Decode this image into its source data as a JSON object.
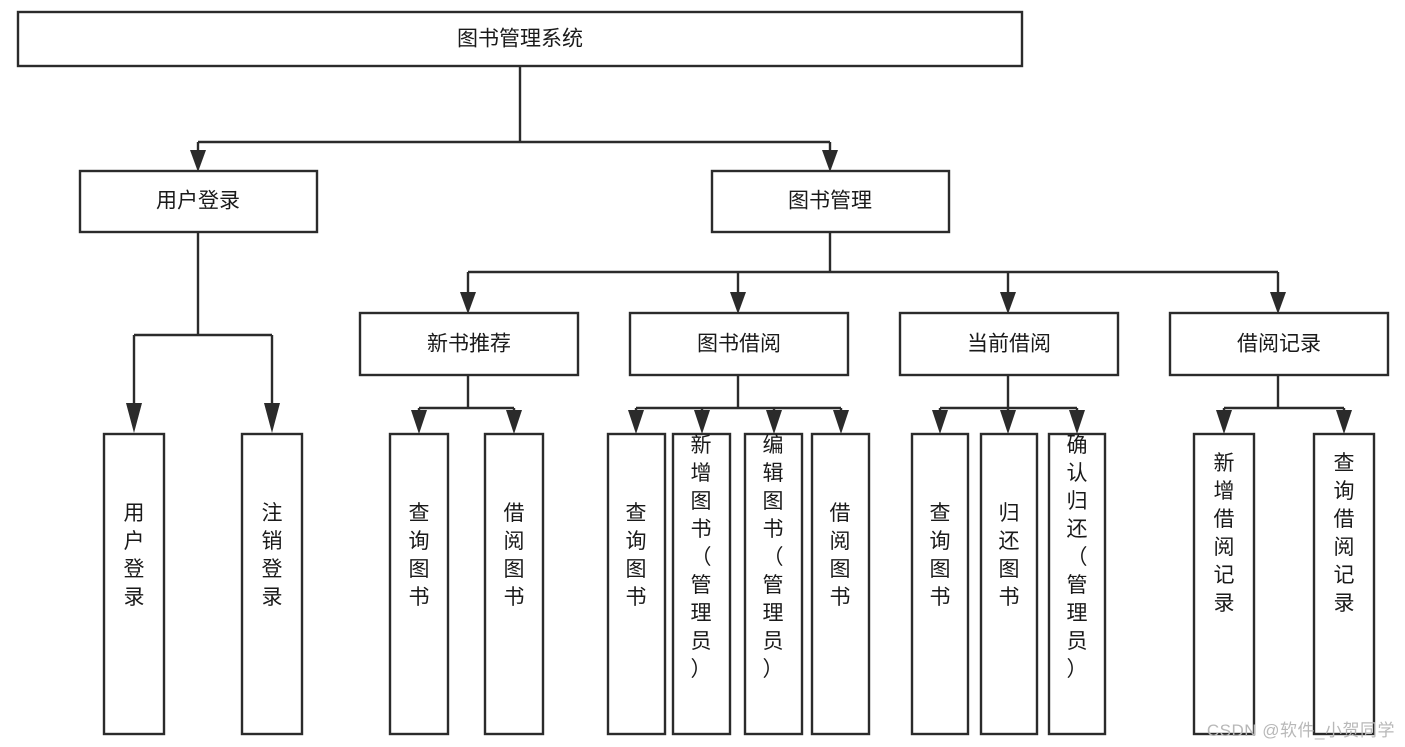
{
  "diagram": {
    "type": "tree-hierarchy",
    "title": "图书管理系统",
    "watermark": "CSDN @软件_小贺同学",
    "colors": {
      "stroke": "#2b2b2b",
      "fill": "#ffffff",
      "text": "#1a1a1a",
      "watermark": "#b8b8b8",
      "background": "#ffffff"
    },
    "levels": {
      "root": {
        "label": "图书管理系统",
        "orientation": "horizontal"
      },
      "level2": [
        {
          "label": "用户登录",
          "orientation": "horizontal"
        },
        {
          "label": "图书管理",
          "orientation": "horizontal"
        }
      ],
      "level3": [
        {
          "label": "新书推荐",
          "orientation": "horizontal"
        },
        {
          "label": "图书借阅",
          "orientation": "horizontal"
        },
        {
          "label": "当前借阅",
          "orientation": "horizontal"
        },
        {
          "label": "借阅记录",
          "orientation": "horizontal"
        }
      ],
      "leaves": {
        "user_login": [
          {
            "label": "用户登录",
            "orientation": "vertical"
          },
          {
            "label": "注销登录",
            "orientation": "vertical"
          }
        ],
        "new_book_recommend": [
          {
            "label": "查询图书",
            "orientation": "vertical"
          },
          {
            "label": "借阅图书",
            "orientation": "vertical"
          }
        ],
        "book_borrow": [
          {
            "label": "查询图书",
            "orientation": "vertical"
          },
          {
            "label": "新增图书（管理员）",
            "orientation": "vertical"
          },
          {
            "label": "编辑图书（管理员）",
            "orientation": "vertical"
          },
          {
            "label": "借阅图书",
            "orientation": "vertical"
          }
        ],
        "current_borrow": [
          {
            "label": "查询图书",
            "orientation": "vertical"
          },
          {
            "label": "归还图书",
            "orientation": "vertical"
          },
          {
            "label": "确认归还（管理员）",
            "orientation": "vertical"
          }
        ],
        "borrow_record": [
          {
            "label": "新增借阅记录",
            "orientation": "vertical"
          },
          {
            "label": "查询借阅记录",
            "orientation": "vertical"
          }
        ]
      }
    }
  }
}
